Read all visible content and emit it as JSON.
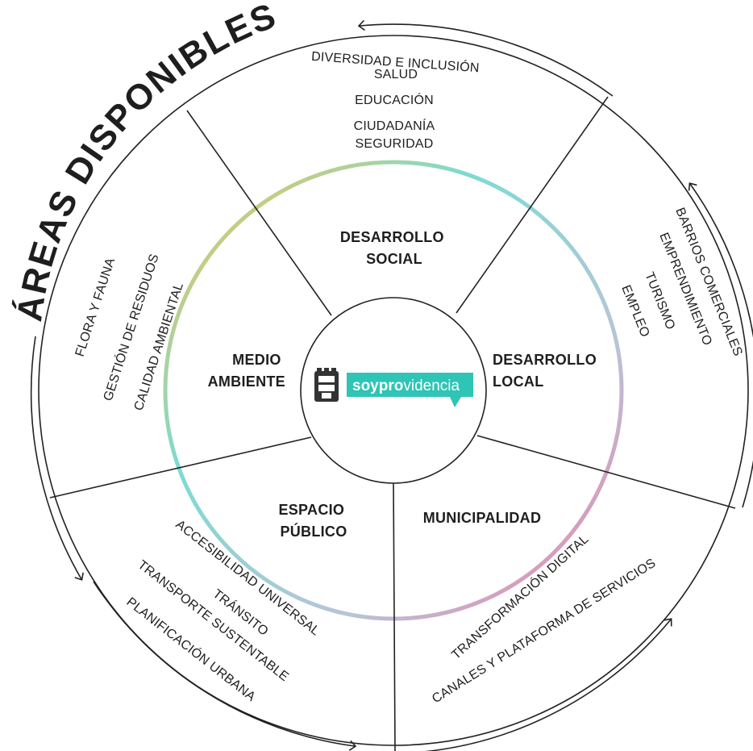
{
  "title": "ÁREAS DISPONIBLES",
  "brand": {
    "soy": "soy",
    "pro": "pro",
    "videncia": "videncia",
    "color": "#2ec4b6"
  },
  "categories": {
    "social": [
      "DESARROLLO",
      "SOCIAL"
    ],
    "local": [
      "DESARROLLO",
      "LOCAL"
    ],
    "municipal": [
      "MUNICIPALIDAD"
    ],
    "espacio": [
      "ESPACIO",
      "PÚBLICO"
    ],
    "medio": [
      "MEDIO",
      "AMBIENTE"
    ]
  },
  "areas": {
    "social": [
      "DIVERSIDAD E INCLUSIÓN",
      "SALUD",
      "EDUCACIÓN",
      "CIUDADANÍA",
      "SEGURIDAD"
    ],
    "local": [
      "BARRIOS COMERCIALES",
      "EMPRENDIMIENTO",
      "TURISMO",
      "EMPLEO"
    ],
    "municipal": [
      "TRANSFORMACIÓN DIGITAL",
      "CANALES Y PLATAFORMA DE SERVICIOS"
    ],
    "espacio": [
      "ACCESIBILIDAD UNIVERSAL",
      "TRÁNSITO",
      "TRANSPORTE SUSTENTABLE",
      "PLANIFICACIÓN URBANA"
    ],
    "medio": [
      "FLORA Y FAUNA",
      "GESTIÓN DE RESIDUOS",
      "CALIDAD AMBIENTAL"
    ]
  },
  "ring_colors": [
    "#f7c34a",
    "#7ddbd3",
    "#b9c4d6",
    "#f07aa5"
  ]
}
